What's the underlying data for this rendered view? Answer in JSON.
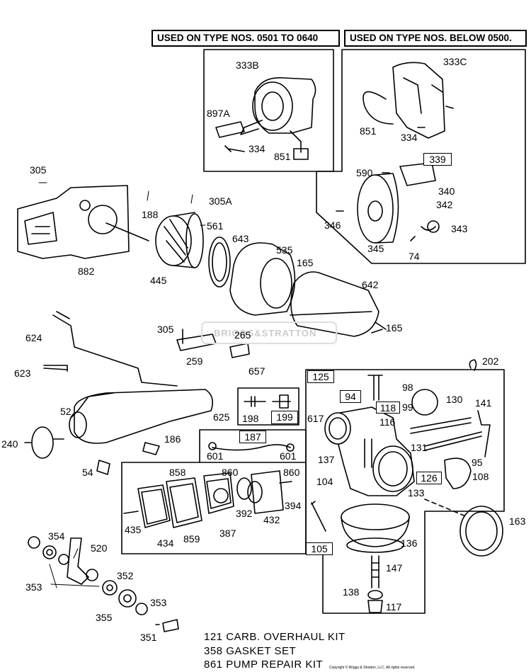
{
  "headers": {
    "left": "USED ON TYPE NOS. 0501 TO 0640",
    "right": "USED ON TYPE NOS. BELOW 0500."
  },
  "watermark": "BRIGGS&STRATTON",
  "part_labels": {
    "p333B": "333B",
    "p897A": "897A",
    "p334a": "334",
    "p851a": "851",
    "p333C": "333C",
    "p851b": "851",
    "p334b": "334",
    "p339": "339",
    "p340": "340",
    "p342": "342",
    "p590": "590",
    "p346": "346",
    "p345": "345",
    "p343": "343",
    "p74": "74",
    "p305": "305",
    "p188": "188",
    "p305A": "305A",
    "p561": "561",
    "p643": "643",
    "p535": "535",
    "p882": "882",
    "p445": "445",
    "p165a": "165",
    "p642": "642",
    "p165b": "165",
    "p624": "624",
    "p305b": "305",
    "p265": "265",
    "p259": "259",
    "p657": "657",
    "p623": "623",
    "p52": "52",
    "p625": "625",
    "p198": "198",
    "p199": "199",
    "p240": "240",
    "p186": "186",
    "p187": "187",
    "p601a": "601",
    "p601b": "601",
    "p54": "54",
    "p858": "858",
    "p860a": "860",
    "p860b": "860",
    "p435": "435",
    "p434": "434",
    "p859": "859",
    "p387": "387",
    "p392": "392",
    "p432": "432",
    "p394": "394",
    "p125": "125",
    "p94": "94",
    "p98": "98",
    "p118": "118",
    "p99": "99",
    "p130": "130",
    "p141": "141",
    "p617": "617",
    "p116": "116",
    "p131": "131",
    "p137": "137",
    "p95": "95",
    "p126": "126",
    "p108": "108",
    "p104": "104",
    "p133": "133",
    "p105": "105",
    "p136": "136",
    "p163": "163",
    "p147": "147",
    "p138": "138",
    "p117": "117",
    "p202": "202",
    "p354": "354",
    "p520": "520",
    "p353a": "353",
    "p352": "352",
    "p355": "355",
    "p353b": "353",
    "p351": "351"
  },
  "kits": [
    {
      "num": "121",
      "label": "CARB. OVERHAUL KIT"
    },
    {
      "num": "358",
      "label": "GASKET SET"
    },
    {
      "num": "861",
      "label": "PUMP REPAIR KIT"
    }
  ],
  "copyright": "Copyright © Briggs & Stratton, LLC. All rights reserved."
}
